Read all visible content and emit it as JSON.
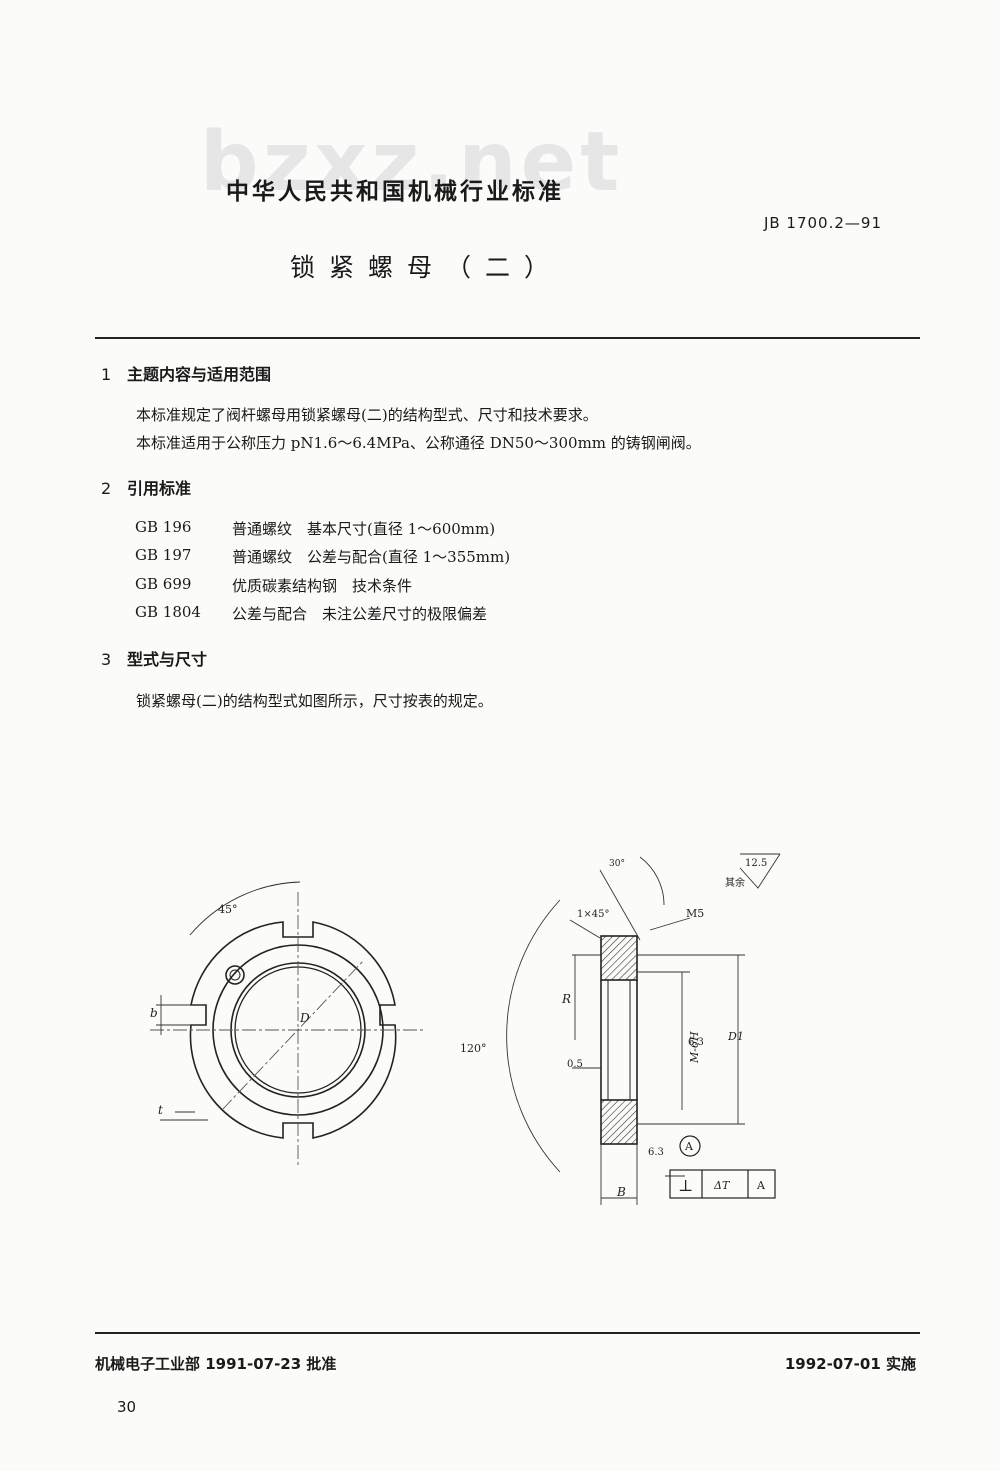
{
  "header": {
    "watermark": "bzxz.net",
    "org_title": "中华人民共和国机械行业标准",
    "standard_code": "JB 1700.2—91",
    "doc_title": "锁紧螺母（二）"
  },
  "sections": [
    {
      "number": "1",
      "heading": "主题内容与适用范围",
      "paragraphs": [
        "本标准规定了阀杆螺母用锁紧螺母(二)的结构型式、尺寸和技术要求。",
        "本标准适用于公称压力 pN1.6～6.4MPa、公称通径 DN50～300mm 的铸钢闸阀。"
      ]
    },
    {
      "number": "2",
      "heading": "引用标准",
      "references": [
        {
          "code": "GB 196",
          "title": "普通螺纹　基本尺寸(直径 1～600mm)"
        },
        {
          "code": "GB 197",
          "title": "普通螺纹　公差与配合(直径 1～355mm)"
        },
        {
          "code": "GB 699",
          "title": "优质碳素结构钢　技术条件"
        },
        {
          "code": "GB 1804",
          "title": "公差与配合　未注公差尺寸的极限偏差"
        }
      ]
    },
    {
      "number": "3",
      "heading": "型式与尺寸",
      "paragraphs": [
        "锁紧螺母(二)的结构型式如图所示，尺寸按表的规定。"
      ]
    }
  ],
  "figure": {
    "left_view": {
      "angle": "45°",
      "b": "b",
      "t": "t",
      "D": "D"
    },
    "right_view": {
      "angle_top": "30°",
      "roughness_value": "12.5",
      "roughness_rest": "其余",
      "chamfer": "1×45°",
      "thread_small": "M5",
      "R": "R",
      "thread": "M-6H",
      "roughness_bore": "6.3",
      "D1": "D1",
      "offset": "0.5",
      "angle_big": "120°",
      "roughness_face": "6.3",
      "datum": "A",
      "perp_symbol": "⊥",
      "tolerance": "ΔT",
      "B": "B"
    }
  },
  "footer": {
    "approved": "机械电子工业部 1991-07-23 批准",
    "effective": "1992-07-01 实施",
    "page": "30"
  }
}
